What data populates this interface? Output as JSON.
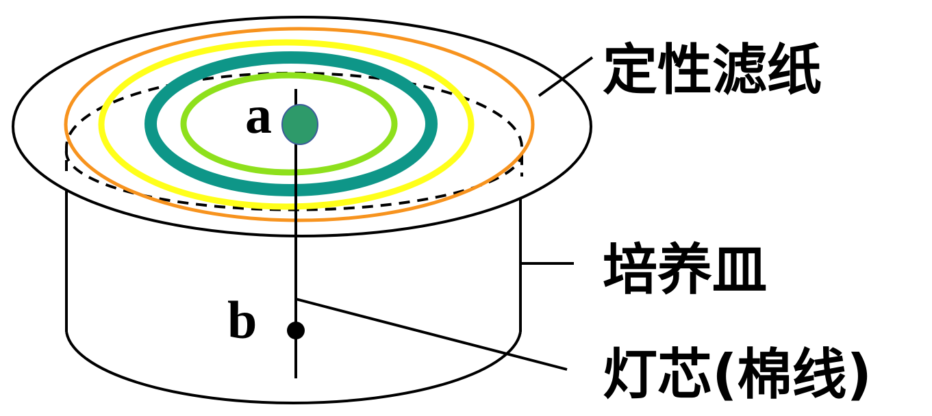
{
  "labels": {
    "point_a": "a",
    "point_b": "b",
    "filter_paper": "定性滤纸",
    "petri_dish": "培养皿",
    "wick": "灯芯(棉线)"
  },
  "colors": {
    "outline": "#000000",
    "orange_ring": "#f7931e",
    "yellow_ring": "#ffff1a",
    "dark_teal_ring": "#0e9688",
    "light_green_ring": "#8ee01c",
    "center_dot": "#2e9a6a",
    "center_dot_edge": "#3c5a9a"
  }
}
